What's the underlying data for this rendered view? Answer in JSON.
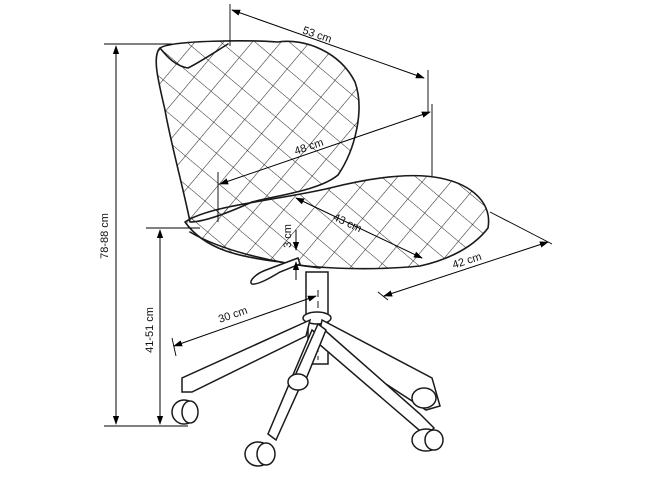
{
  "dimensions": {
    "width_top": "53 cm",
    "seat_width": "48 cm",
    "seat_depth": "43 cm",
    "base_depth": "42 cm",
    "total_height": "78-88 cm",
    "seat_height": "41-51 cm",
    "base_radius": "30 cm",
    "seat_thickness": "3 cm"
  }
}
